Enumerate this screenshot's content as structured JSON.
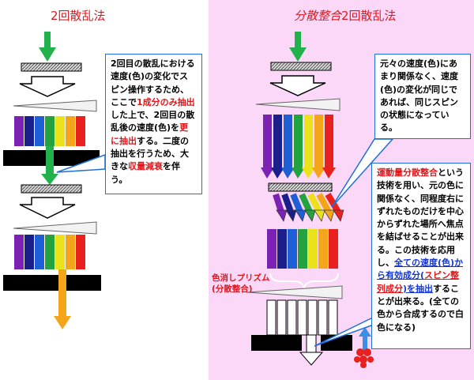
{
  "left": {
    "title": "2回散乱法",
    "callout": {
      "p1": "2回目の散乱における速度(色)の変化でスピン操作するため、ここで",
      "hl1": "1成分のみ抽出",
      "p2": "した上で、2回目の散乱後の速度(色)を",
      "hl2": "更に抽出",
      "p3": "する。二度の抽出を行うため、大きな",
      "hl3": "収量減衰",
      "p4": "を伴う。"
    }
  },
  "right": {
    "title_italic": "分散整合",
    "title_rest": "2回散乱法",
    "callout1": "元々の速度(色)にあまり関係なく、速度(色)の変化が同じであれば、同じスピンの状態になっている。",
    "callout2": {
      "hl1": "運動量分散整合",
      "p1": "という技術を用い、元の色に関係なく、同程度右にずれたものだけを中心からずれた場所へ焦点を結ばせることが出来る。この技術を応用し、",
      "hl2": "全ての速度(色)から有効成分(",
      "hl3": "スピン整列成分",
      "hl4": ")を抽出",
      "p2": "することが出来る。(全ての色から合成するので白色になる)"
    },
    "prism_label": "色消しプリズム\n(分散整合)"
  },
  "colors": {
    "spectrum": [
      "#7b22b5",
      "#1a1f8c",
      "#1f5fd6",
      "#22a340",
      "#ece21c",
      "#f5a51a",
      "#e8201e"
    ],
    "green_arrow": "#22b24b",
    "orange_arrow": "#f5a51a",
    "title_red": "#e0161b",
    "callout_border": "#1e6fd9",
    "panel_pink": "#fbd8f8"
  }
}
